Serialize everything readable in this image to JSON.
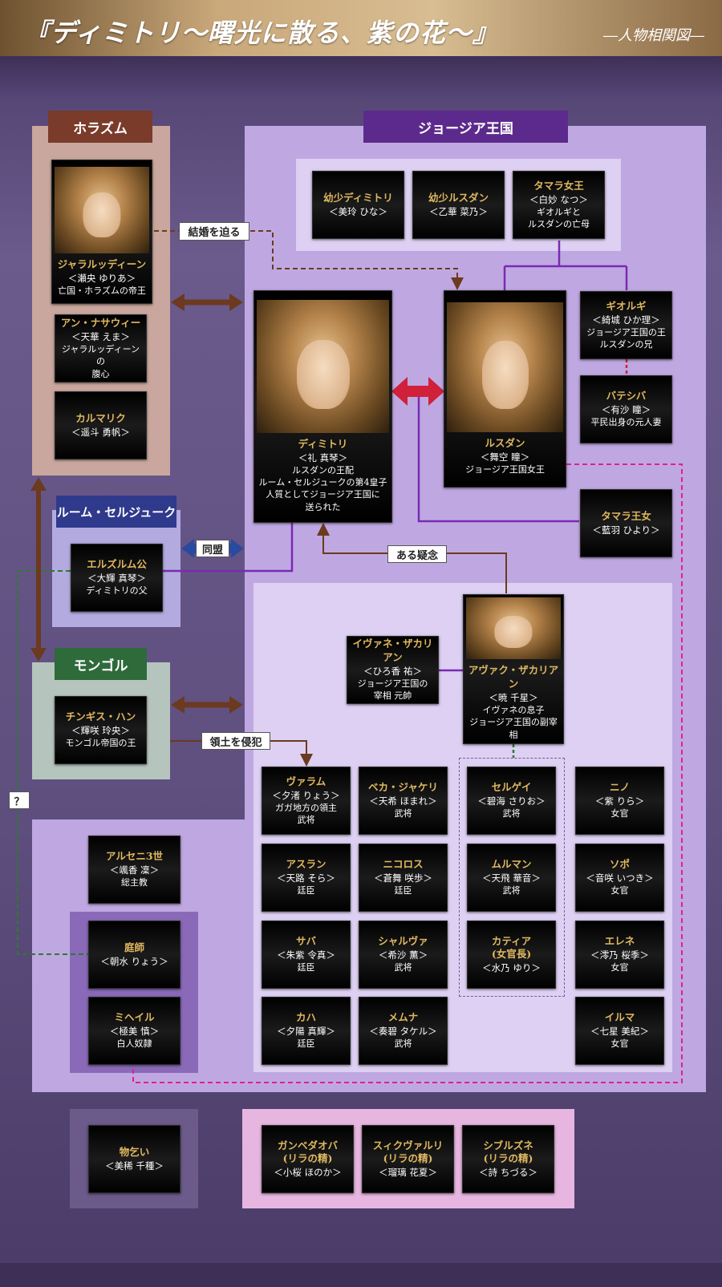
{
  "header": {
    "title": "『ディミトリ〜曙光に散る、紫の花〜』",
    "subtitle": "―人物相関図―"
  },
  "colors": {
    "khwarazm_bg": "#c9a79e",
    "khwarazm_label": "#7a3b2a",
    "rum_bg": "#b3abe0",
    "rum_label": "#2f3a8c",
    "mongol_bg": "#b5c5bd",
    "mongol_label": "#2e6a3a",
    "georgia_bg": "#c4b0e6",
    "georgia_label": "#5c2a8c",
    "pink_region": "#e6b6e0",
    "brown_arrow": "#6b3a1f",
    "red_arrow": "#d0203a",
    "blue_arrow": "#2a4aa0",
    "purple_line": "#7a2ab0",
    "pink_dash": "#e0208c",
    "green_dash": "#2e7a2e"
  },
  "regions": {
    "khwarazm": "ホラズム",
    "rum": "ルーム・セルジューク",
    "mongol": "モンゴル",
    "georgia": "ジョージア王国"
  },
  "relations": {
    "marriage": "結婚を迫る",
    "alliance": "同盟",
    "doubt": "ある疑念",
    "invasion": "領土を侵犯",
    "unknown": "？"
  },
  "characters": {
    "jalal": {
      "name": "ジャラルッディーン",
      "actor": "＜瀬央 ゆりあ＞",
      "desc1": "亡国・ホラズムの帝王"
    },
    "an": {
      "name": "アン・ナサウィー",
      "actor": "＜天華 えま＞",
      "desc1": "ジャラルッディーンの",
      "desc2": "腹心"
    },
    "karmarik": {
      "name": "カルマリク",
      "actor": "＜遥斗 勇帆＞"
    },
    "erzurum": {
      "name": "エルズルム公",
      "actor": "＜大輝 真琴＞",
      "desc1": "ディミトリの父"
    },
    "chinggis": {
      "name": "チンギス・ハン",
      "actor": "＜輝咲 玲央＞",
      "desc1": "モンゴル帝国の王"
    },
    "young_dimitri": {
      "name": "幼少ディミトリ",
      "actor": "＜美玲 ひな＞"
    },
    "young_rusudan": {
      "name": "幼少ルスダン",
      "actor": "＜乙華 菜乃＞"
    },
    "tamara_queen": {
      "name": "タマラ女王",
      "actor": "＜白妙 なつ＞",
      "desc1": "ギオルギと",
      "desc2": "ルスダンの亡母"
    },
    "dimitri": {
      "name": "ディミトリ",
      "actor": "＜礼 真琴＞",
      "desc1": "ルスダンの王配",
      "desc2": "ルーム・セルジュークの第4皇子",
      "desc3": "人質としてジョージア王国に",
      "desc4": "送られた"
    },
    "rusudan": {
      "name": "ルスダン",
      "actor": "＜舞空 瞳＞",
      "desc1": "ジョージア王国女王"
    },
    "giorgi": {
      "name": "ギオルギ",
      "actor": "＜綺城 ひか理＞",
      "desc1": "ジョージア王国の王",
      "desc2": "ルスダンの兄"
    },
    "batesiba": {
      "name": "バテシバ",
      "actor": "＜有沙 瞳＞",
      "desc1": "平民出身の元人妻"
    },
    "tamara_princess": {
      "name": "タマラ王女",
      "actor": "＜藍羽 ひより＞"
    },
    "ivane": {
      "name": "イヴァネ・ザカリアン",
      "actor": "＜ひろ香 祐＞",
      "desc1": "ジョージア王国の",
      "desc2": "宰相 元帥"
    },
    "avak": {
      "name": "アヴァク・ザカリアン",
      "actor": "＜暁 千星＞",
      "desc1": "イヴァネの息子",
      "desc2": "ジョージア王国の副宰相"
    },
    "varam": {
      "name": "ヴァラム",
      "actor": "＜夕渚 りょう＞",
      "desc1": "ガガ地方の領主",
      "desc2": "武将"
    },
    "beka": {
      "name": "ベカ・ジャケリ",
      "actor": "＜天希 ほまれ＞",
      "desc1": "武将"
    },
    "sergei": {
      "name": "セルゲイ",
      "actor": "＜碧海 さりお＞",
      "desc1": "武将"
    },
    "nino": {
      "name": "ニノ",
      "actor": "＜紫 りら＞",
      "desc1": "女官"
    },
    "arseni": {
      "name": "アルセニ3世",
      "actor": "＜颯香 凜＞",
      "desc1": "総主教"
    },
    "aslan": {
      "name": "アスラン",
      "actor": "＜天路 そら＞",
      "desc1": "廷臣"
    },
    "nikoloz": {
      "name": "ニコロス",
      "actor": "＜蒼舞 咲歩＞",
      "desc1": "廷臣"
    },
    "murman": {
      "name": "ムルマン",
      "actor": "＜天飛 華音＞",
      "desc1": "武将"
    },
    "sopo": {
      "name": "ソポ",
      "actor": "＜音咲 いつき＞",
      "desc1": "女官"
    },
    "niwashi": {
      "name": "庭師",
      "actor": "＜朝水 りょう＞"
    },
    "saba": {
      "name": "サバ",
      "actor": "＜朱紫 令真＞",
      "desc1": "廷臣"
    },
    "shalva": {
      "name": "シャルヴァ",
      "actor": "＜希沙 薫＞",
      "desc1": "武将"
    },
    "katia": {
      "name": "カティア",
      "name2": "(女官長)",
      "actor": "＜水乃 ゆり＞"
    },
    "elene": {
      "name": "エレネ",
      "actor": "＜澪乃 桜季＞",
      "desc1": "女官"
    },
    "mikheil": {
      "name": "ミヘイル",
      "actor": "＜極美 慎＞",
      "desc1": "白人奴隷"
    },
    "kakha": {
      "name": "カハ",
      "actor": "＜夕陽 真輝＞",
      "desc1": "廷臣"
    },
    "mamna": {
      "name": "メムナ",
      "actor": "＜奏碧 タケル＞",
      "desc1": "武将"
    },
    "irma": {
      "name": "イルマ",
      "actor": "＜七星 美紀＞",
      "desc1": "女官"
    },
    "beggar": {
      "name": "物乞い",
      "actor": "＜美稀 千種＞"
    },
    "ganbe": {
      "name": "ガンベダオバ",
      "name2": "(リラの精)",
      "actor": "＜小桜 ほのか＞"
    },
    "sukhv": {
      "name": "スィクヴァルリ",
      "name2": "(リラの精)",
      "actor": "＜瑠璃 花夏＞"
    },
    "sibrz": {
      "name": "シブルズネ",
      "name2": "(リラの精)",
      "actor": "＜詩 ちづる＞"
    }
  }
}
